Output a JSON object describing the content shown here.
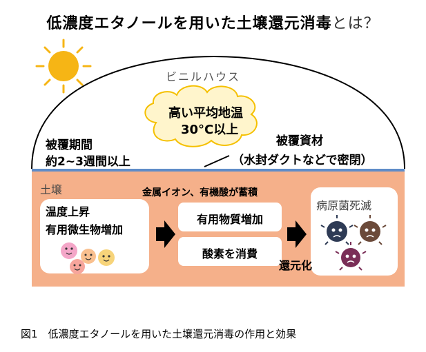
{
  "title": {
    "main": "低濃度エタノールを用いた土壌還元消毒",
    "suffix": "とは？"
  },
  "house": {
    "label": "ビニルハウス"
  },
  "cloud": {
    "line1": "高い平均地温",
    "line2": "30°C以上"
  },
  "period": {
    "line1": "被覆期間",
    "line2": "約2~3週間以上"
  },
  "cover": {
    "line1": "被覆資材",
    "line2": "（水封ダクトなどで密閉）"
  },
  "soil": {
    "label": "土壌"
  },
  "metal_note": "金属イオン、有機酸が蓄積",
  "left_box": {
    "line1": "温度上昇",
    "line2": "有用微生物増加"
  },
  "mid_boxes": {
    "top": "有用物質増加",
    "bottom": "酸素を消費"
  },
  "reduction": "還元化",
  "pathogen": "病原菌死滅",
  "caption": "図1　低濃度エタノールを用いた土壌還元消毒の作用と効果",
  "colors": {
    "soil": "#f5b08a",
    "ground_line": "#5f8cc8",
    "sun": "#f6b515",
    "cloud_fill": "#fff5cc",
    "cloud_stroke": "#f5c000"
  }
}
